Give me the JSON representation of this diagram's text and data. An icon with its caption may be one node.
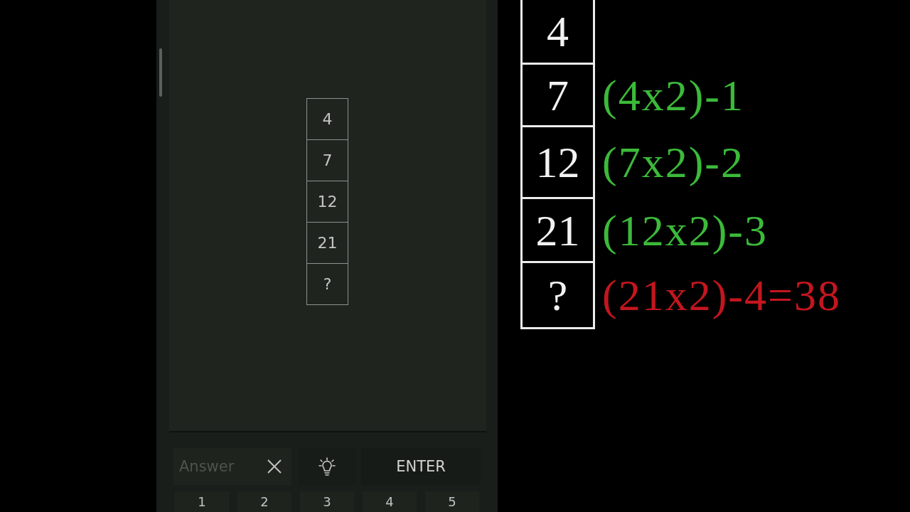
{
  "diagram": {
    "nodes": [
      {
        "text": [
          "4"
        ]
      },
      {
        "text": [
          "7"
        ]
      },
      {
        "text": [
          "12"
        ]
      },
      {
        "text": [
          "21"
        ]
      },
      {
        "text": [
          "?"
        ]
      },
      {
        "text": [
          "4"
        ]
      },
      {
        "text": [
          "7"
        ],
        "beside": [
          "(4x2)-1"
        ]
      },
      {
        "text": [
          "12"
        ],
        "beside": [
          "(7x2)-2"
        ]
      },
      {
        "text": [
          "21"
        ],
        "beside": [
          "(12x2)-3"
        ]
      },
      {
        "text": [
          "?"
        ],
        "beside": [
          "(21x2)-4=38"
        ]
      }
    ],
    "labels": [
      "Answer",
      "ENTER",
      "1",
      "2",
      "3",
      "4",
      "5"
    ]
  }
}
